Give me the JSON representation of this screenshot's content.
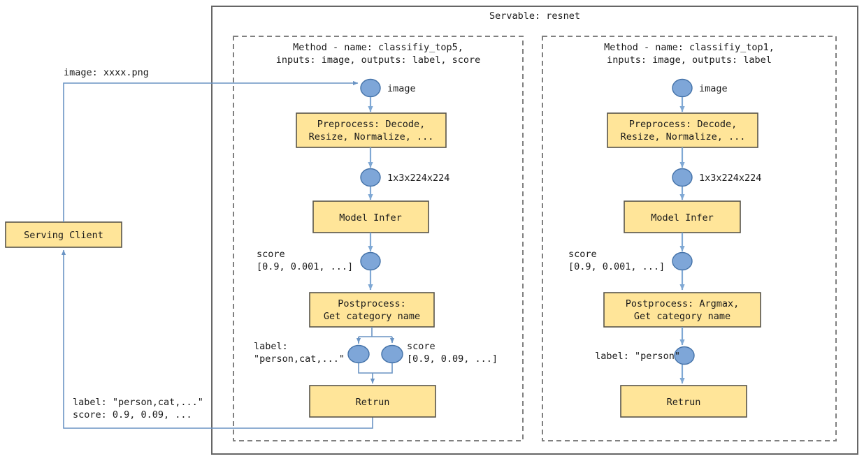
{
  "diagram": {
    "servable_title": "Servable: resnet",
    "client": {
      "label": "Serving Client",
      "request_label": "image: xxxx.png",
      "response_label_line1": "label: \"person,cat,...\"",
      "response_label_line2": "score: 0.9, 0.09, ..."
    },
    "methods": [
      {
        "id": "classify-top5",
        "header_line1": "Method - name: classifiy_top5,",
        "header_line2": "inputs: image, outputs: label, score",
        "input_node_label": "image",
        "preprocess_line1": "Preprocess: Decode,",
        "preprocess_line2": "Resize, Normalize, ...",
        "tensor_node_label": "1x3x224x224",
        "infer_label": "Model Infer",
        "score_node_line1": "score",
        "score_node_line2": "[0.9, 0.001, ...]",
        "postprocess_line1": "Postprocess:",
        "postprocess_line2": "Get category name",
        "fork_left_line1": "label:",
        "fork_left_line2": "\"person,cat,...\"",
        "fork_right_line1": "score",
        "fork_right_line2": "[0.9, 0.09, ...]",
        "return_label": "Retrun"
      },
      {
        "id": "classify-top1",
        "header_line1": "Method - name: classifiy_top1,",
        "header_line2": "inputs: image, outputs: label",
        "input_node_label": "image",
        "preprocess_line1": "Preprocess: Decode,",
        "preprocess_line2": "Resize, Normalize, ...",
        "tensor_node_label": "1x3x224x224",
        "infer_label": "Model Infer",
        "score_node_line1": "score",
        "score_node_line2": "[0.9, 0.001, ...]",
        "postprocess_line1": "Postprocess: Argmax,",
        "postprocess_line2": "Get category name",
        "label_node_label": "label: \"person\"",
        "return_label": "Retrun"
      }
    ],
    "colors": {
      "box_fill": "#FFE599",
      "box_stroke": "#58544A",
      "node_fill": "#7EA6D8",
      "node_stroke": "#4472A8",
      "flow_stroke": "#6A94C4",
      "frame_stroke": "#666666",
      "dashed_stroke": "#808080",
      "text": "#1A1A1A"
    }
  }
}
